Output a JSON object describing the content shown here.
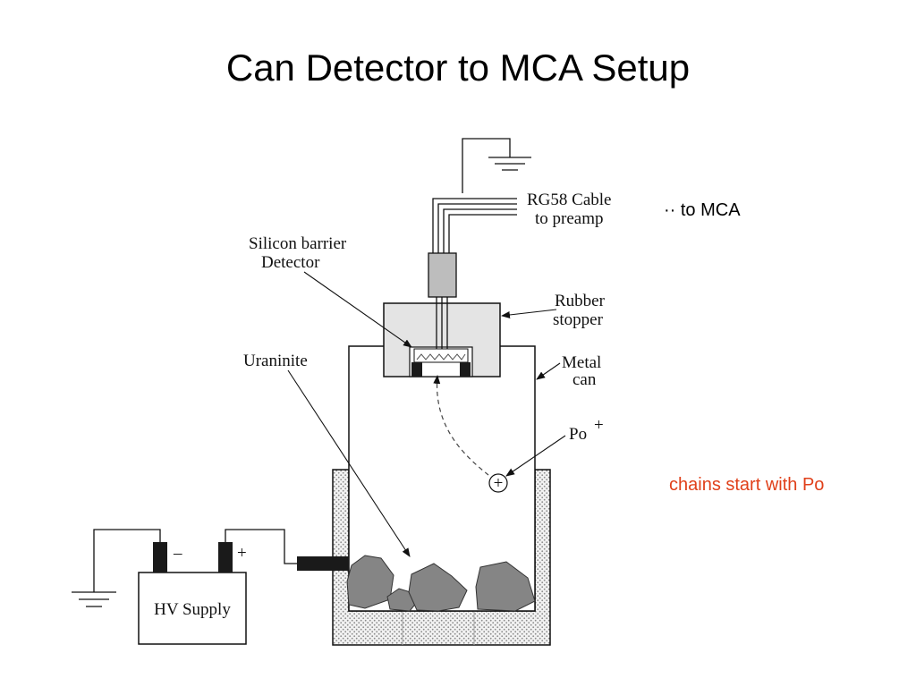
{
  "slide": {
    "title": "Can Detector to MCA Setup",
    "notes": {
      "mca": "·· to MCA",
      "po_chain": "chains start with Po",
      "po_chain_color": "#e0401a"
    }
  },
  "diagram": {
    "labels": {
      "cable_line1": "RG58 Cable",
      "cable_line2": "to preamp",
      "detector_line1": "Silicon barrier",
      "detector_line2": "Detector",
      "stopper_line1": "Rubber",
      "stopper_line2": "stopper",
      "uraninite": "Uraninite",
      "can_line1": "Metal",
      "can_line2": "can",
      "po": "Po",
      "po_charge": "+",
      "ion_charge": "+",
      "hv_supply": "HV Supply",
      "terminal_minus": "–",
      "terminal_plus": "+"
    },
    "colors": {
      "stopper": "#e4e4e4",
      "connector": "#bdbdbd",
      "rocks": "#858585",
      "terminals": "#1a1a1a",
      "lines": "#111111"
    }
  }
}
